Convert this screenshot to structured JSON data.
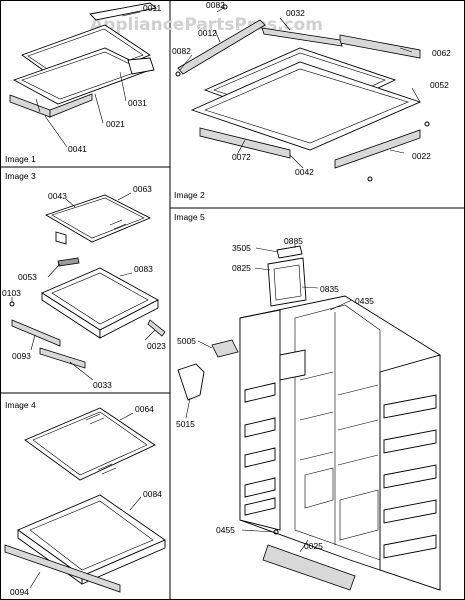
{
  "watermark": "AppliancePartsPros.com",
  "panels": {
    "image1": "Image 1",
    "image2": "Image 2",
    "image3": "Image 3",
    "image4": "Image 4",
    "image5": "Image 5"
  },
  "labels": {
    "p0011": "0011",
    "p0031": "0031",
    "p0021": "0021",
    "p0041": "0041",
    "p0082a": "0082",
    "p0032": "0032",
    "p0012": "0012",
    "p0082b": "0082",
    "p0062": "0062",
    "p0052": "0052",
    "p0072": "0072",
    "p0042": "0042",
    "p0022": "0022",
    "p0043": "0043",
    "p0063": "0063",
    "p0053": "0053",
    "p0083": "0083",
    "p0103": "0103",
    "p0023": "0023",
    "p0093": "0093",
    "p0033": "0033",
    "p0064": "0064",
    "p0084": "0084",
    "p0094": "0094",
    "p3505": "3505",
    "p0885": "0885",
    "p0825": "0825",
    "p0835": "0835",
    "p0435": "0435",
    "p5005": "5005",
    "p5015": "5015",
    "p0455": "0455",
    "p0025": "0025"
  }
}
